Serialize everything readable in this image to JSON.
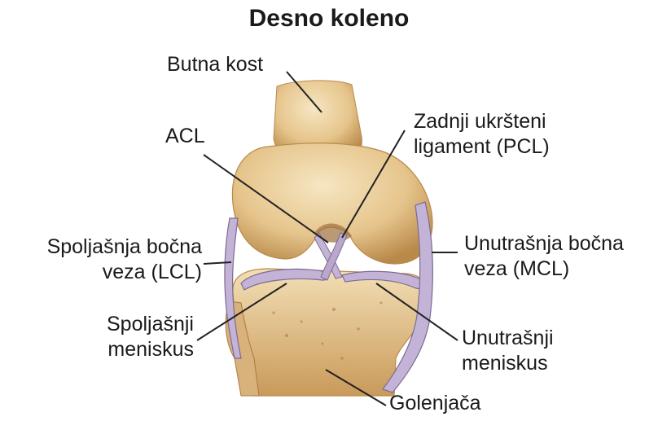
{
  "title": "Desno koleno",
  "labels": {
    "femur": "Butna kost",
    "acl": "ACL",
    "pcl": [
      "Zadnji ukršteni",
      "ligament (PCL)"
    ],
    "lcl": [
      "Spoljašnja bočna",
      "veza (LCL)"
    ],
    "mcl": [
      "Unutrašnja bočna",
      "veza (MCL)"
    ],
    "lateral_meniscus": [
      "Spoljašnji",
      "meniskus"
    ],
    "medial_meniscus": [
      "Unutrašnji",
      "meniskus"
    ],
    "tibia": "Golenjača"
  },
  "colors": {
    "bone": "#e9cf9e",
    "bone_shadow": "#b88a4c",
    "ligament": "#b7a6c9",
    "ligament_edge": "#7d6a93",
    "leader": "#222222"
  }
}
